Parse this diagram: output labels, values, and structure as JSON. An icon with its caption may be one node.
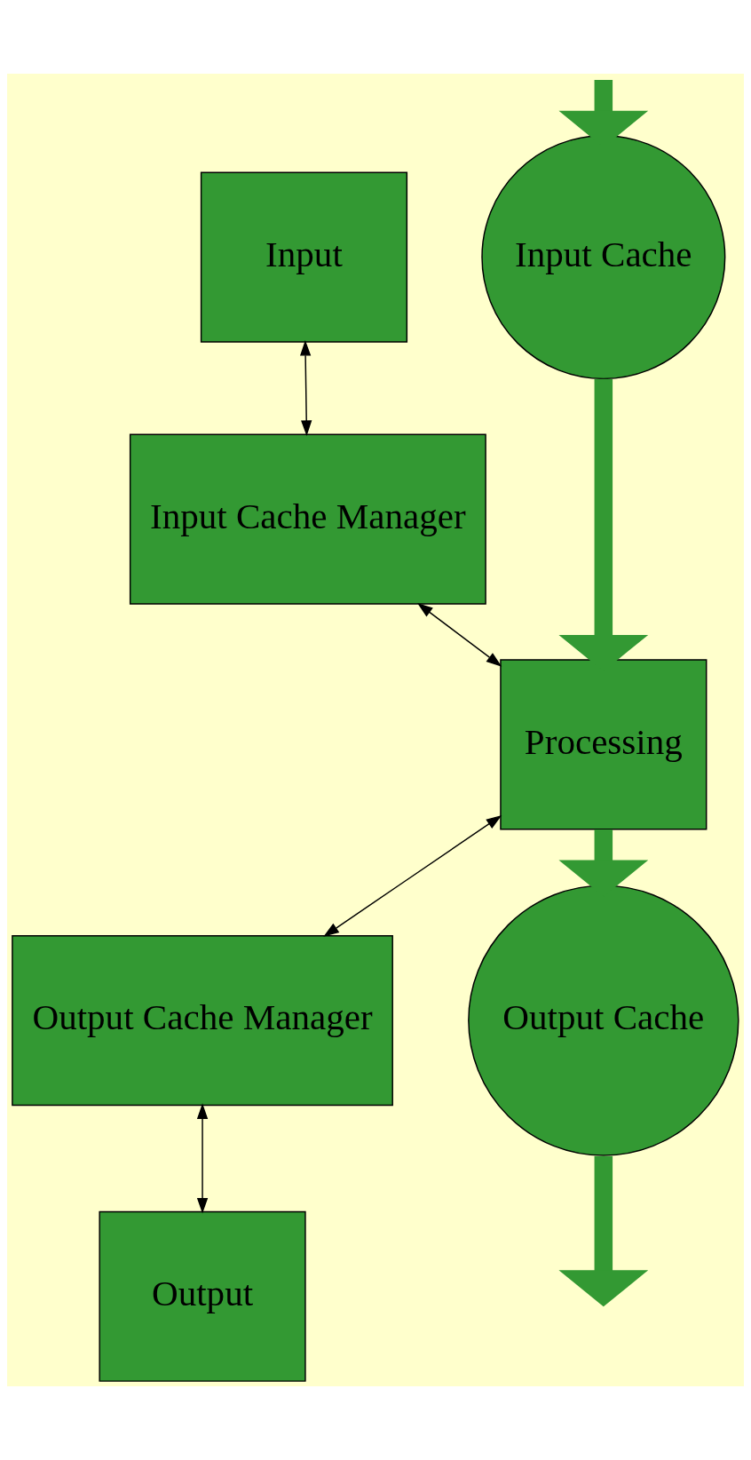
{
  "diagram": {
    "nodes": [
      {
        "text": [
          "Input"
        ]
      },
      {
        "text": [
          "Input Cache"
        ]
      },
      {
        "text": [
          "Input Cache Manager"
        ]
      },
      {
        "text": [
          "Processing"
        ]
      },
      {
        "text": [
          "Output Cache Manager"
        ]
      },
      {
        "text": [
          "Output Cache"
        ]
      },
      {
        "text": [
          "Output"
        ]
      }
    ],
    "edges": [
      {
        "from": 0,
        "to": 2,
        "arrow": "both"
      },
      {
        "from": 2,
        "to": 3,
        "arrow": "both"
      },
      {
        "from": 3,
        "to": 4,
        "arrow": "both"
      },
      {
        "from": 4,
        "to": 6,
        "arrow": "both"
      },
      {
        "from": null,
        "to": 1,
        "arrow": "to",
        "style": "thick",
        "color": "#339933"
      },
      {
        "from": 1,
        "to": 3,
        "arrow": "to",
        "style": "thick",
        "color": "#339933"
      },
      {
        "from": 3,
        "to": 5,
        "arrow": "to",
        "style": "thick",
        "color": "#339933"
      },
      {
        "from": 5,
        "to": null,
        "arrow": "to",
        "style": "thick",
        "color": "#339933"
      }
    ]
  }
}
